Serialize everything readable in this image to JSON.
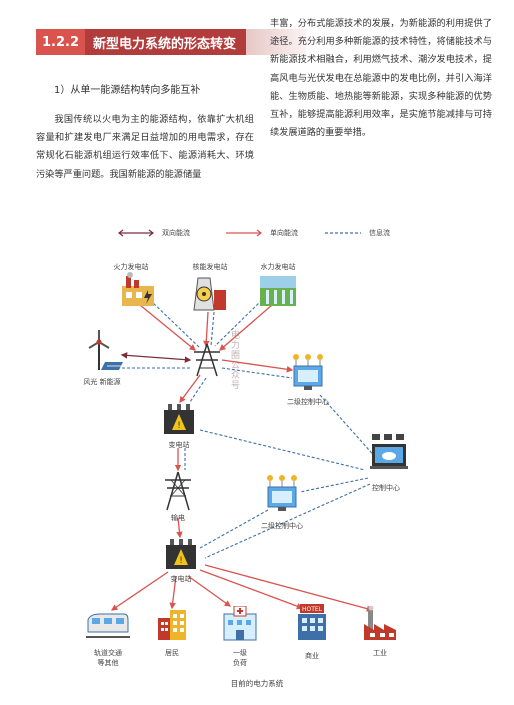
{
  "section": {
    "number": "1.2.2",
    "title": "新型电力系统的形态转变"
  },
  "subheading": "1）从单一能源结构转向多能互补",
  "paragraph_left": "我国传统以火电为主的能源结构，依靠扩大机组容量和扩建发电厂来满足日益增加的用电需求，存在常规化石能源机组运行效率低下、能源消耗大、环境污染等严重问题。我国新能源的能源储量",
  "paragraph_right": "丰富，分布式能源技术的发展，为新能源的利用提供了途径。充分利用多种新能源的技术特性，将储能技术与新能源技术相融合，利用燃气技术、潮汐发电技术，提高风电与光伏发电在总能源中的发电比例，并引入海洋能、生物质能、地热能等新能源，实现多种能源的优势互补，能够提高能源利用效率，是实施节能减排与可持续发展道路的重要举措。",
  "legend": {
    "bidirectional": "双向能流",
    "unidirectional": "单向能流",
    "info": "信息流"
  },
  "diagram": {
    "thermal_plant": "火力发电站",
    "nuclear_plant": "核能发电站",
    "hydro_plant": "水力发电站",
    "wind_solar": "风光 新能源",
    "secondary_control_1": "二级控制中心",
    "substation_1": "变电站",
    "control_center": "控制中心",
    "transmission": "输电",
    "secondary_control_2": "二级控制中心",
    "substation_2": "变电站",
    "rail": [
      "轨道交通",
      "等其他"
    ],
    "residents": "居民",
    "primary_load": [
      "一级",
      "负荷"
    ],
    "commerce": "商业",
    "industry": "工业",
    "hotel_sign": "HOTEL",
    "watermark": "电力圈公众号"
  },
  "caption": "目前的电力系统",
  "colors": {
    "accent": "#b23b3b",
    "energy_flow": "#d9534f",
    "bi_flow": "#7a2e3a",
    "info_flow": "#3d6fa8"
  }
}
